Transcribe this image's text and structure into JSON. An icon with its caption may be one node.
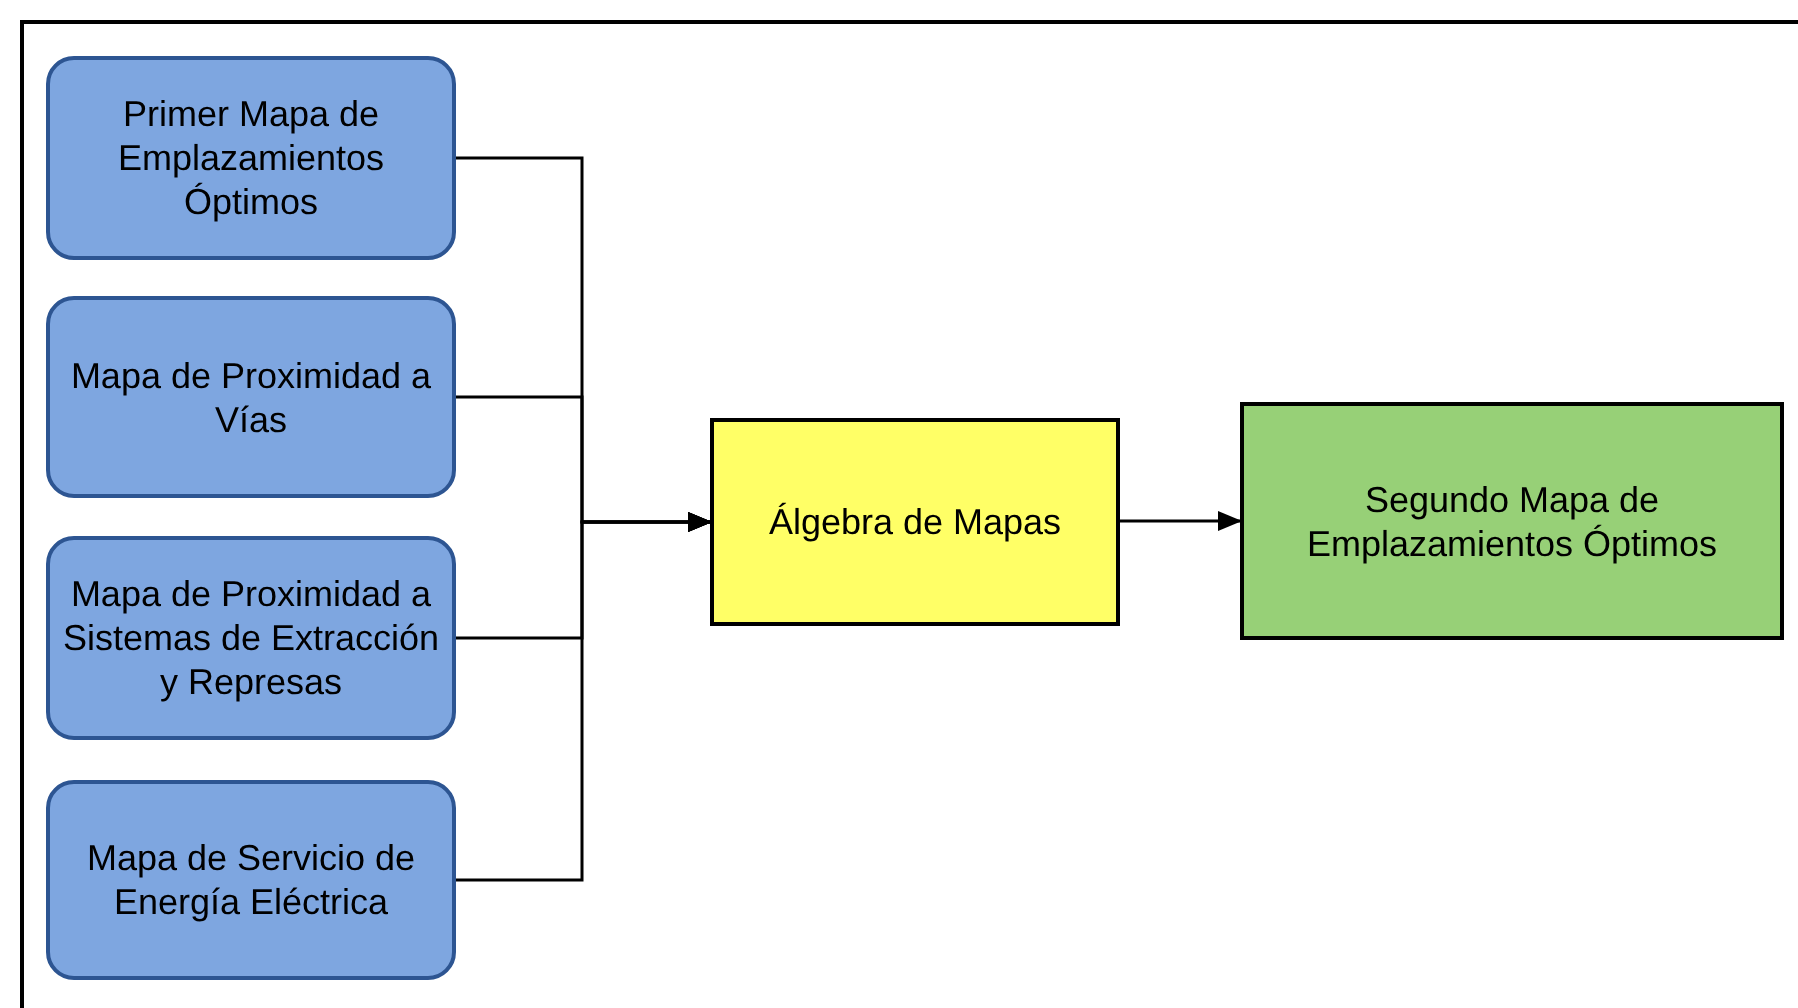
{
  "diagram": {
    "nodes": [
      {
        "text": [
          "Primer Mapa de Emplazamientos Óptimos"
        ]
      },
      {
        "text": [
          "Mapa de Proximidad a Vías"
        ]
      },
      {
        "text": [
          "Mapa de Proximidad a Sistemas de Extracción y Represas"
        ]
      },
      {
        "text": [
          "Mapa de Servicio de Energía Eléctrica"
        ]
      },
      {
        "text": [
          "Álgebra de Mapas"
        ]
      },
      {
        "text": [
          "Segundo Mapa de Emplazamientos Óptimos"
        ]
      }
    ],
    "edges": [
      {
        "from": 0,
        "to": 4,
        "arrow": "to"
      },
      {
        "from": 1,
        "to": 4,
        "arrow": "to"
      },
      {
        "from": 2,
        "to": 4,
        "arrow": "to"
      },
      {
        "from": 3,
        "to": 4,
        "arrow": "to"
      },
      {
        "from": 4,
        "to": 5,
        "arrow": "to"
      }
    ]
  }
}
